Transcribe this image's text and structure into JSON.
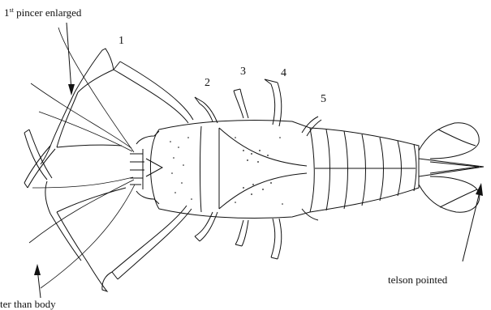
{
  "labels": {
    "pincer": {
      "prefix": "1",
      "sup": "st",
      "suffix": " pincer enlarged"
    },
    "telson": "telson pointed",
    "antennae": "ter than body"
  },
  "legs": [
    "1",
    "2",
    "3",
    "4",
    "5"
  ],
  "colors": {
    "ink": "#111111",
    "background": "#ffffff"
  }
}
